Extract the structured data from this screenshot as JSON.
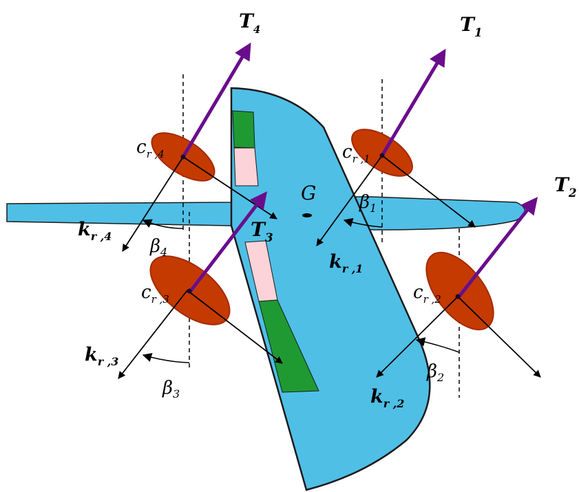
{
  "colors": {
    "body": "#4fbfe6",
    "body_outline": "#1a1a1a",
    "panel_green": "#1f9a33",
    "panel_pink": "#fbd3d8",
    "rotor": "#c43a00",
    "thrust": "#6a0d8c",
    "vector": "#000000",
    "reference_line": "#000000"
  },
  "center_of_gravity": {
    "label": "G"
  },
  "rotors": [
    {
      "id": "1",
      "thrust": {
        "main": "T",
        "sub": "1"
      },
      "center": {
        "main": "c",
        "sub": "r ,1"
      },
      "direction": {
        "main": "k",
        "sub": "r ,1"
      },
      "angle": {
        "main": "β",
        "sub": "1"
      }
    },
    {
      "id": "2",
      "thrust": {
        "main": "T",
        "sub": "2"
      },
      "center": {
        "main": "c",
        "sub": "r ,2"
      },
      "direction": {
        "main": "k",
        "sub": "r ,2"
      },
      "angle": {
        "main": "β",
        "sub": "2"
      }
    },
    {
      "id": "3",
      "thrust": {
        "main": "T",
        "sub": "3"
      },
      "center": {
        "main": "c",
        "sub": "r ,3"
      },
      "direction": {
        "main": "k",
        "sub": "r ,3"
      },
      "angle": {
        "main": "β",
        "sub": "3"
      }
    },
    {
      "id": "4",
      "thrust": {
        "main": "T",
        "sub": "4"
      },
      "center": {
        "main": "c",
        "sub": "r ,4"
      },
      "direction": {
        "main": "k",
        "sub": "r ,4"
      },
      "angle": {
        "main": "β",
        "sub": "4"
      }
    }
  ]
}
